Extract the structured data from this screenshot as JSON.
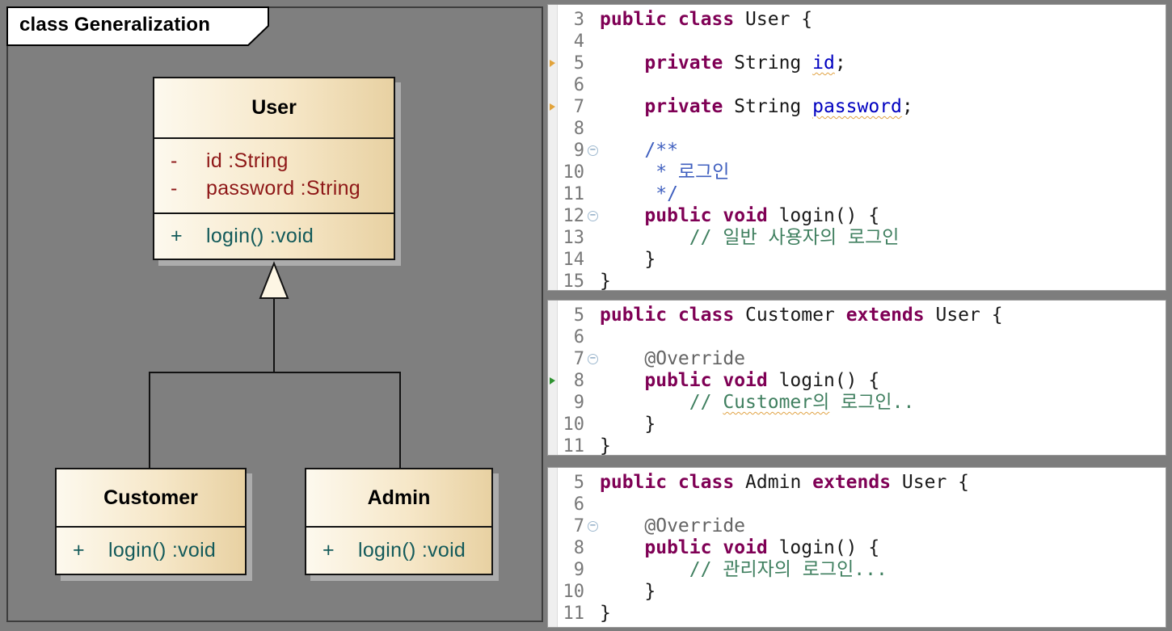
{
  "frame": {
    "label": "class Generalization"
  },
  "diagram": {
    "relationship": "generalization",
    "classes": [
      {
        "name": "User",
        "attributes": [
          {
            "vis": "-",
            "text": "id :String"
          },
          {
            "vis": "-",
            "text": "password :String"
          }
        ],
        "operations": [
          {
            "vis": "+",
            "text": "login() :void"
          }
        ]
      },
      {
        "name": "Customer",
        "attributes": [],
        "operations": [
          {
            "vis": "+",
            "text": "login() :void"
          }
        ]
      },
      {
        "name": "Admin",
        "attributes": [],
        "operations": [
          {
            "vis": "+",
            "text": "login() :void"
          }
        ]
      }
    ]
  },
  "colors": {
    "canvas_gray": "#7f7f7f",
    "box_gradient_start": "#fdf9ee",
    "box_gradient_end": "#e8d1a2",
    "attribute_text": "#8e1717",
    "operation_text": "#135a5a",
    "keyword": "#7f0055",
    "comment": "#3f7f5f",
    "javadoc": "#3f5fbf",
    "field": "#0000c0",
    "annotation": "#646464",
    "line_number": "#787878",
    "warning_marker": "#e2a33b",
    "override_marker": "#2f9331"
  },
  "editors": [
    {
      "name": "user-java",
      "lines": [
        {
          "n": "3",
          "code": [
            {
              "t": "k",
              "v": "public"
            },
            {
              "t": "p",
              "v": " "
            },
            {
              "t": "k",
              "v": "class"
            },
            {
              "t": "p",
              "v": " User {"
            }
          ]
        },
        {
          "n": "4",
          "code": []
        },
        {
          "n": "5",
          "m": "warn",
          "code": [
            {
              "t": "p",
              "v": "    "
            },
            {
              "t": "k",
              "v": "private"
            },
            {
              "t": "p",
              "v": " String "
            },
            {
              "t": "f",
              "v": "id"
            },
            {
              "t": "p",
              "v": ";"
            }
          ]
        },
        {
          "n": "6",
          "code": []
        },
        {
          "n": "7",
          "m": "warn",
          "code": [
            {
              "t": "p",
              "v": "    "
            },
            {
              "t": "k",
              "v": "private"
            },
            {
              "t": "p",
              "v": " String "
            },
            {
              "t": "f",
              "v": "password"
            },
            {
              "t": "p",
              "v": ";"
            }
          ]
        },
        {
          "n": "8",
          "code": []
        },
        {
          "n": "9",
          "fold": true,
          "code": [
            {
              "t": "j",
              "v": "    /**"
            }
          ]
        },
        {
          "n": "10",
          "code": [
            {
              "t": "j",
              "v": "     * 로그인"
            }
          ]
        },
        {
          "n": "11",
          "code": [
            {
              "t": "j",
              "v": "     */"
            }
          ]
        },
        {
          "n": "12",
          "fold": true,
          "code": [
            {
              "t": "p",
              "v": "    "
            },
            {
              "t": "k",
              "v": "public"
            },
            {
              "t": "p",
              "v": " "
            },
            {
              "t": "k",
              "v": "void"
            },
            {
              "t": "p",
              "v": " login() {"
            }
          ]
        },
        {
          "n": "13",
          "code": [
            {
              "t": "c",
              "v": "        // 일반 사용자의 로그인"
            }
          ]
        },
        {
          "n": "14",
          "code": [
            {
              "t": "p",
              "v": "    }"
            }
          ]
        },
        {
          "n": "15",
          "code": [
            {
              "t": "p",
              "v": "}"
            }
          ]
        }
      ]
    },
    {
      "name": "customer-java",
      "lines": [
        {
          "n": "5",
          "code": [
            {
              "t": "k",
              "v": "public"
            },
            {
              "t": "p",
              "v": " "
            },
            {
              "t": "k",
              "v": "class"
            },
            {
              "t": "p",
              "v": " Customer "
            },
            {
              "t": "k",
              "v": "extends"
            },
            {
              "t": "p",
              "v": " User {"
            }
          ]
        },
        {
          "n": "6",
          "code": []
        },
        {
          "n": "7",
          "fold": true,
          "code": [
            {
              "t": "a",
              "v": "    @Override"
            }
          ]
        },
        {
          "n": "8",
          "m": "override",
          "code": [
            {
              "t": "p",
              "v": "    "
            },
            {
              "t": "k",
              "v": "public"
            },
            {
              "t": "p",
              "v": " "
            },
            {
              "t": "k",
              "v": "void"
            },
            {
              "t": "p",
              "v": " login() {"
            }
          ]
        },
        {
          "n": "9",
          "code": [
            {
              "t": "c",
              "v": "        // "
            },
            {
              "t": "cw",
              "v": "Customer의"
            },
            {
              "t": "c",
              "v": " 로그인.."
            }
          ]
        },
        {
          "n": "10",
          "code": [
            {
              "t": "p",
              "v": "    }"
            }
          ]
        },
        {
          "n": "11",
          "code": [
            {
              "t": "p",
              "v": "}"
            }
          ]
        }
      ]
    },
    {
      "name": "admin-java",
      "lines": [
        {
          "n": "5",
          "code": [
            {
              "t": "k",
              "v": "public"
            },
            {
              "t": "p",
              "v": " "
            },
            {
              "t": "k",
              "v": "class"
            },
            {
              "t": "p",
              "v": " Admin "
            },
            {
              "t": "k",
              "v": "extends"
            },
            {
              "t": "p",
              "v": " User {"
            }
          ]
        },
        {
          "n": "6",
          "code": []
        },
        {
          "n": "7",
          "fold": true,
          "code": [
            {
              "t": "a",
              "v": "    @Override"
            }
          ]
        },
        {
          "n": "8",
          "code": [
            {
              "t": "p",
              "v": "    "
            },
            {
              "t": "k",
              "v": "public"
            },
            {
              "t": "p",
              "v": " "
            },
            {
              "t": "k",
              "v": "void"
            },
            {
              "t": "p",
              "v": " login() {"
            }
          ]
        },
        {
          "n": "9",
          "code": [
            {
              "t": "c",
              "v": "        // 관리자의 로그인..."
            }
          ]
        },
        {
          "n": "10",
          "code": [
            {
              "t": "p",
              "v": "    }"
            }
          ]
        },
        {
          "n": "11",
          "code": [
            {
              "t": "p",
              "v": "}"
            }
          ]
        }
      ]
    }
  ]
}
